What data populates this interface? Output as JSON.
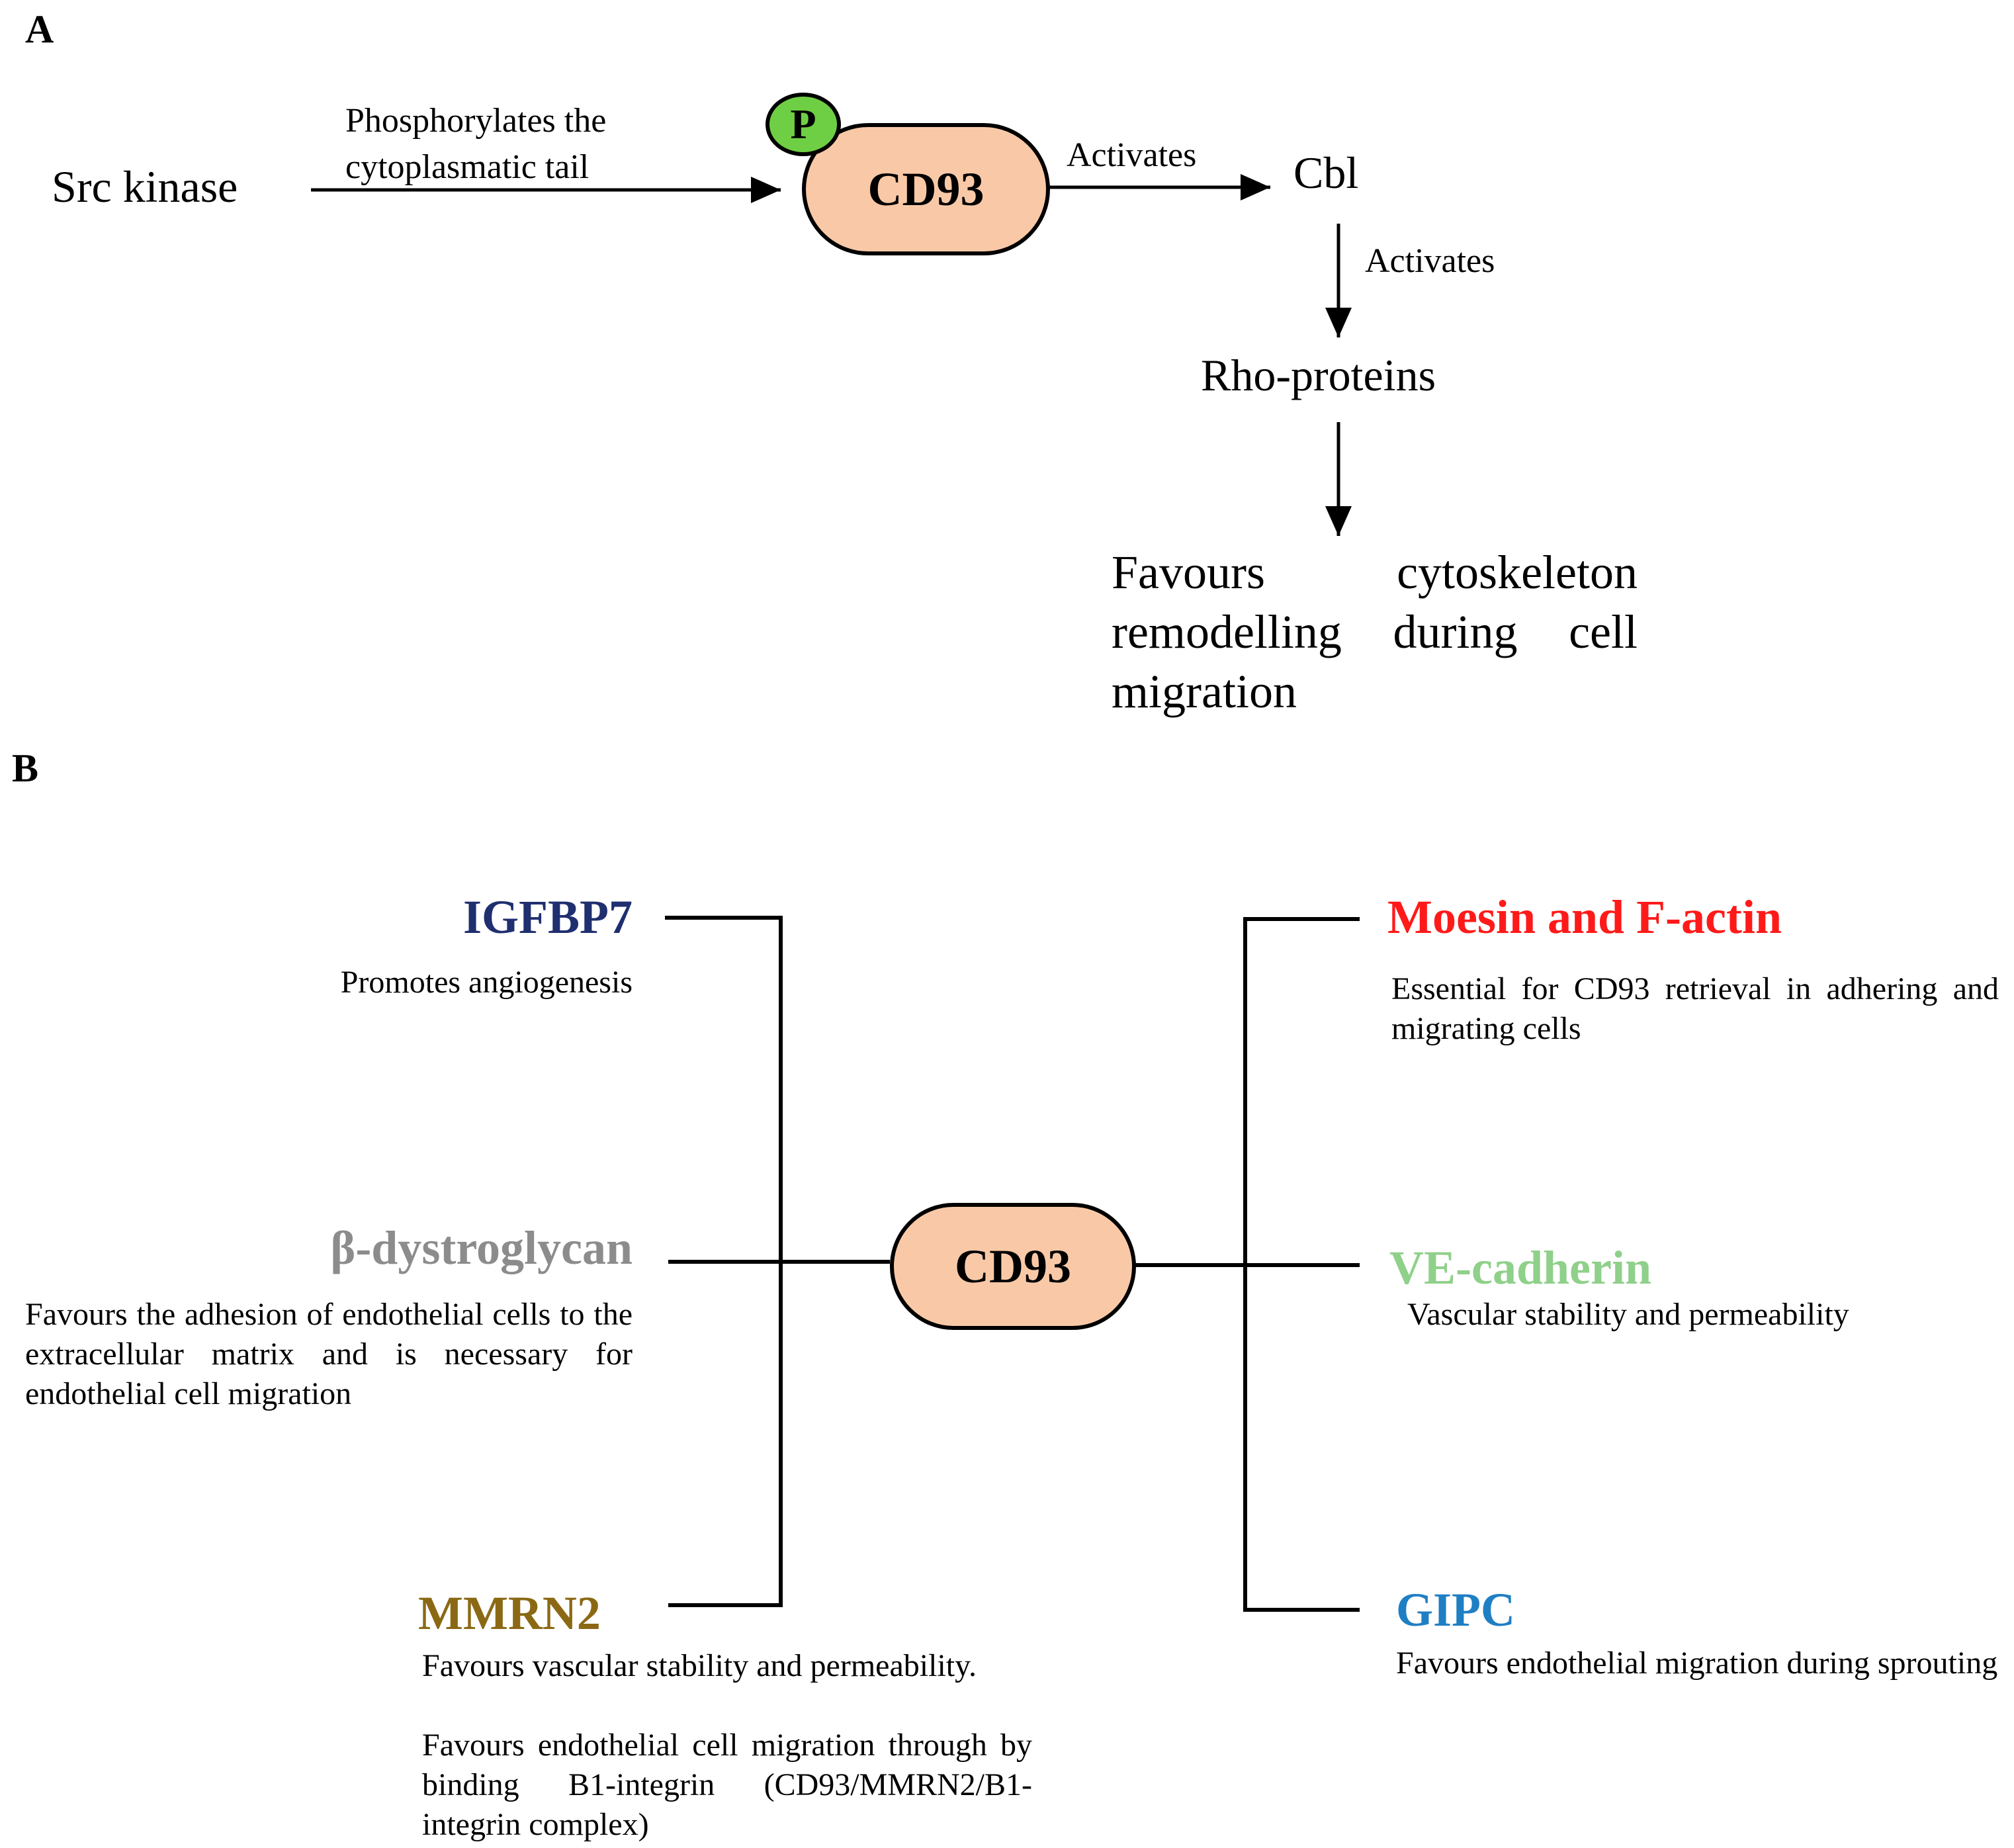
{
  "panel_a": {
    "label": "A",
    "src_kinase": "Src kinase",
    "phospho_line1": "Phosphorylates the",
    "phospho_line2": "cytoplasmatic tail",
    "p_badge": "P",
    "cd93": "CD93",
    "activates_1": "Activates",
    "cbl": "Cbl",
    "activates_2": "Activates",
    "rho": "Rho-proteins",
    "result": "Favours cytoskeleton remodelling during cell migration"
  },
  "panel_b": {
    "label": "B",
    "cd93": "CD93",
    "igfbp7": {
      "name": "IGFBP7",
      "desc": "Promotes angiogenesis",
      "color": "#1f2f6f"
    },
    "dystroglycan": {
      "name": "β-dystroglycan",
      "desc": "Favours the adhesion of endothelial cells to the extracellular matrix and is necessary for endothelial cell migration",
      "color": "#8c8c8c"
    },
    "mmrn2": {
      "name": "MMRN2",
      "desc1": "Favours vascular stability and permeability.",
      "desc2": "Favours endothelial cell migration through by binding B1-integrin (CD93/MMRN2/B1-integrin complex)",
      "color": "#8b6914"
    },
    "moesin": {
      "name": "Moesin and F-actin",
      "desc": "Essential for CD93 retrieval in adhering and migrating cells",
      "color": "#ff1a1a"
    },
    "vecadherin": {
      "name": "VE-cadherin",
      "desc": "Vascular stability and permeability",
      "color": "#8fd08a"
    },
    "gipc": {
      "name": "GIPC",
      "desc": "Favours endothelial migration during sprouting",
      "color": "#1f7fc4"
    }
  }
}
